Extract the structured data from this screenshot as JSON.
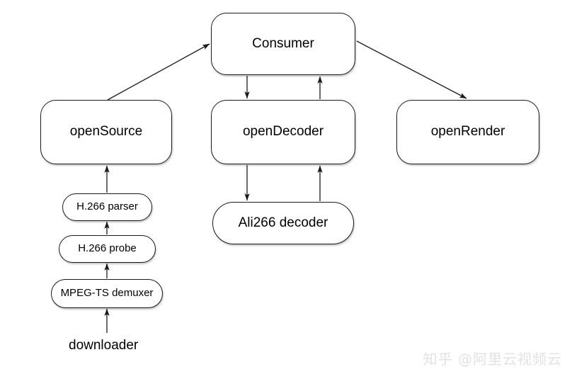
{
  "diagram": {
    "type": "flow-architecture",
    "background_color": "#ffffff",
    "stroke_color": "#1a1a1a",
    "nodes": [
      {
        "id": "consumer",
        "label": "Consumer"
      },
      {
        "id": "opensource",
        "label": "openSource"
      },
      {
        "id": "opendecoder",
        "label": "openDecoder"
      },
      {
        "id": "openrender",
        "label": "openRender"
      },
      {
        "id": "ali266",
        "label": "Ali266 decoder"
      },
      {
        "id": "parser",
        "label": "H.266 parser"
      },
      {
        "id": "probe",
        "label": "H.266 probe"
      },
      {
        "id": "demuxer",
        "label": "MPEG-TS demuxer"
      }
    ],
    "free_labels": [
      {
        "id": "downloader",
        "text": "downloader"
      }
    ],
    "edges": [
      {
        "from": "opensource",
        "to": "consumer",
        "direction": "up-right",
        "style": "diagonal-arrow"
      },
      {
        "from": "consumer",
        "to": "openrender",
        "direction": "down-right",
        "style": "diagonal-arrow"
      },
      {
        "from": "consumer",
        "to": "opendecoder",
        "direction": "down",
        "style": "vertical-arrow"
      },
      {
        "from": "opendecoder",
        "to": "consumer",
        "direction": "up",
        "style": "vertical-arrow"
      },
      {
        "from": "opendecoder",
        "to": "ali266",
        "direction": "down",
        "style": "vertical-arrow"
      },
      {
        "from": "ali266",
        "to": "opendecoder",
        "direction": "up",
        "style": "vertical-arrow"
      },
      {
        "from": "parser",
        "to": "opensource",
        "direction": "up",
        "style": "vertical-arrow"
      },
      {
        "from": "probe",
        "to": "parser",
        "direction": "up",
        "style": "vertical-arrow"
      },
      {
        "from": "demuxer",
        "to": "probe",
        "direction": "up",
        "style": "vertical-arrow"
      },
      {
        "from": "downloader",
        "to": "demuxer",
        "direction": "up",
        "style": "vertical-arrow"
      }
    ]
  },
  "watermark": {
    "text": "知乎 @阿里云视频云"
  }
}
